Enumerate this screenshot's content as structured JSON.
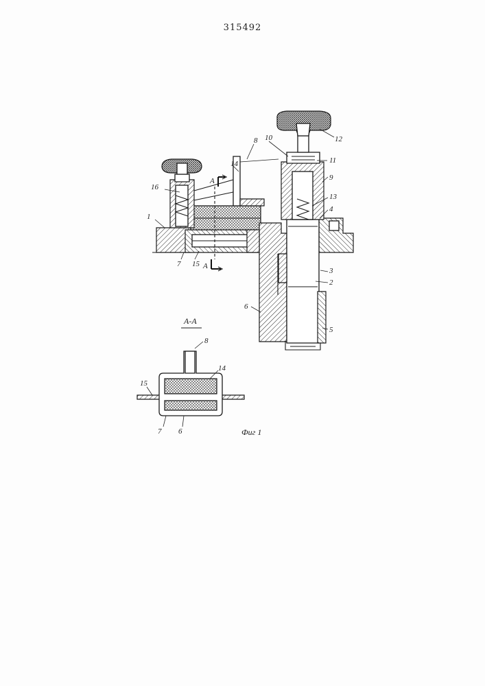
{
  "document": {
    "patent_number": "315492",
    "figure_caption": "Фиг 1",
    "section_label": "А-А",
    "section_marks": [
      "А",
      "А"
    ]
  },
  "callouts": {
    "main": [
      "1",
      "2",
      "3",
      "4",
      "5",
      "6",
      "7",
      "8",
      "9",
      "10",
      "11",
      "12",
      "13",
      "14",
      "15",
      "16"
    ],
    "section": [
      "6",
      "7",
      "8",
      "14",
      "15"
    ]
  }
}
